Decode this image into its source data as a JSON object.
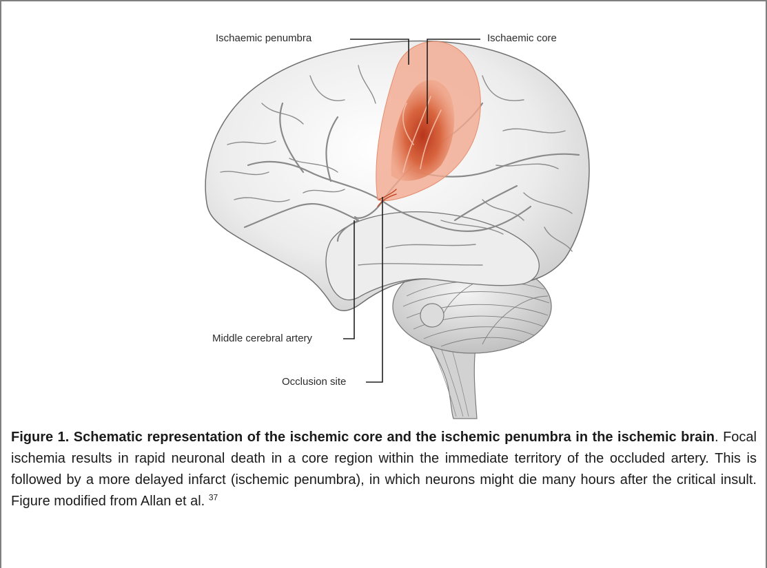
{
  "diagram": {
    "labels": {
      "penumbra": "Ischaemic penumbra",
      "core": "Ischaemic core",
      "mca": "Middle cerebral artery",
      "occlusion": "Occlusion site"
    },
    "colors": {
      "penumbra_fill": "#f2a98e",
      "core_fill": "#c9462a",
      "artery": "#8f8f8f",
      "brain_fill": "#e9e9e9",
      "brain_outline": "#7a7a7a"
    }
  },
  "caption": {
    "figure_label": "Figure 1",
    "bold_title": "Schematic representation of the ischemic core and the ischemic penumbra in the ischemic brain",
    "body": "Focal ischemia results in rapid neuronal death in a core region within the immediate territory of the occluded artery. This is followed by a more delayed infarct (ischemic penumbra), in which neurons might die many hours after the critical insult. Figure modified from Allan et al.",
    "citation": "37"
  }
}
